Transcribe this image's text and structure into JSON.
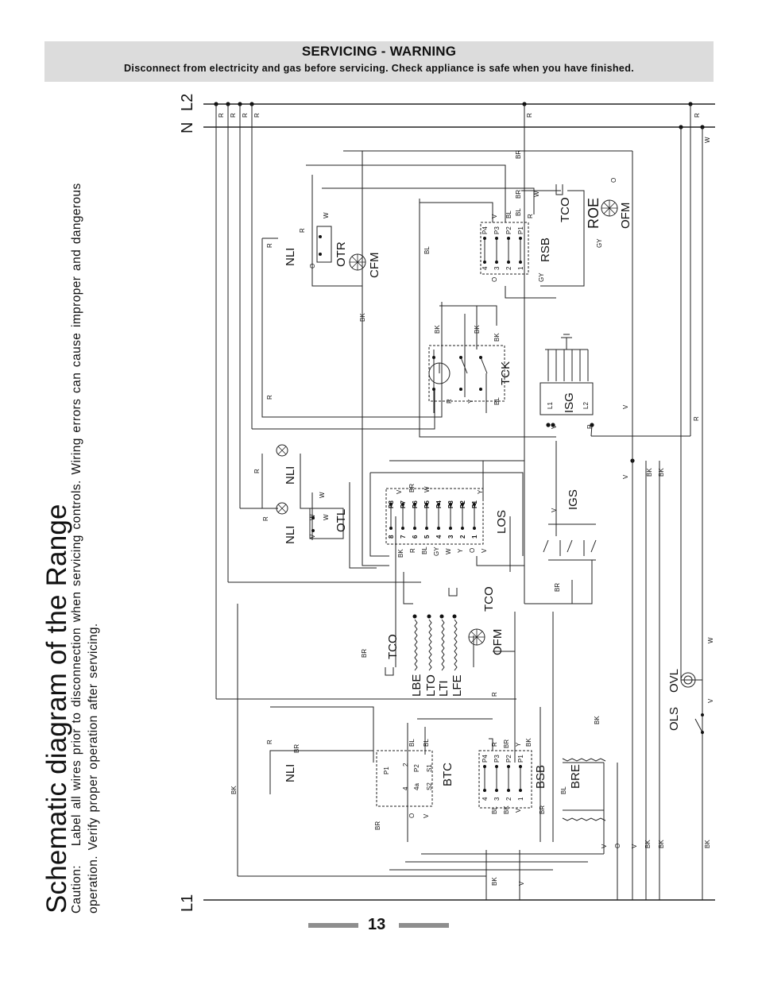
{
  "warning": {
    "title": "SERVICING - WARNING",
    "text": "Disconnect from electricity and gas before servicing. Check appliance is safe when you have finished."
  },
  "title": "Schematic diagram of the Range",
  "caution": {
    "label": "Caution:",
    "line1": "Label all wires prior to disconnection when servicing controls. Wiring errors can cause improper and dangerous",
    "line2": "operation. Verify proper operation after servicing."
  },
  "page_number": "13",
  "rails": {
    "left": "L1",
    "right_n": "N",
    "right_l2": "L2"
  },
  "components": {
    "nli": "NLI",
    "otr": "OTR",
    "otl": "OTL",
    "cfm": "CFM",
    "rsb": "RSB",
    "tco": "TCO",
    "roe": "ROE",
    "ofm": "OFM",
    "tck": "TCK",
    "isg": "ISG",
    "igs": "IGS",
    "los": "LOS",
    "lbe": "LBE",
    "lto": "LTO",
    "lti": "LTI",
    "lfe": "LFE",
    "btc": "BTC",
    "bsb": "BSB",
    "bre": "BRE",
    "ols": "OLS",
    "ovl": "OVL"
  },
  "pins": {
    "isg_l1": "L1",
    "isg_l2": "L2",
    "los_top": [
      "P8",
      "P7",
      "P6",
      "P5",
      "P4",
      "P3",
      "P2",
      "P1"
    ],
    "los_bottom": [
      "8",
      "7",
      "6",
      "5",
      "4",
      "3",
      "2",
      "1"
    ],
    "rsb_top": [
      "P4",
      "P3",
      "P2",
      "P1"
    ],
    "rsb_bottom": [
      "4",
      "3",
      "2",
      "1"
    ],
    "bsb_top": [
      "P4",
      "P3",
      "P2",
      "P1"
    ],
    "bsb_bottom": [
      "4",
      "3",
      "2",
      "1"
    ],
    "btc": [
      "P1",
      "2",
      "P2",
      "S1",
      "4",
      "4a",
      "S2"
    ]
  },
  "wires": {
    "right_rail": [
      "R",
      "R",
      "R",
      "R",
      "R",
      "R",
      "W"
    ],
    "rsb": [
      "O",
      "V",
      "BR",
      "BL",
      "BR",
      "BL",
      "R",
      "W",
      "O",
      "GY",
      "GY",
      "BL"
    ],
    "otr": [
      "R",
      "R",
      "W",
      "O"
    ],
    "tck": [
      "BK",
      "BK",
      "BK",
      "R",
      "Y",
      "BL"
    ],
    "middle": [
      "BK",
      "BL",
      "R",
      "R",
      "R",
      "V",
      "V",
      "BK",
      "BK",
      "R",
      "R",
      "BR",
      "W",
      "V",
      "BK"
    ],
    "los_right": [
      "V",
      "BR",
      "W",
      "Y",
      "BK",
      "R",
      "BL",
      "GY",
      "W",
      "Y",
      "O",
      "V"
    ],
    "bottom": [
      "R",
      "BR",
      "BL",
      "BL",
      "BR",
      "BR",
      "Y",
      "BK",
      "BL",
      "V",
      "O",
      "BR",
      "BK",
      "V",
      "BK",
      "BK",
      "V",
      "O",
      "BK"
    ]
  }
}
